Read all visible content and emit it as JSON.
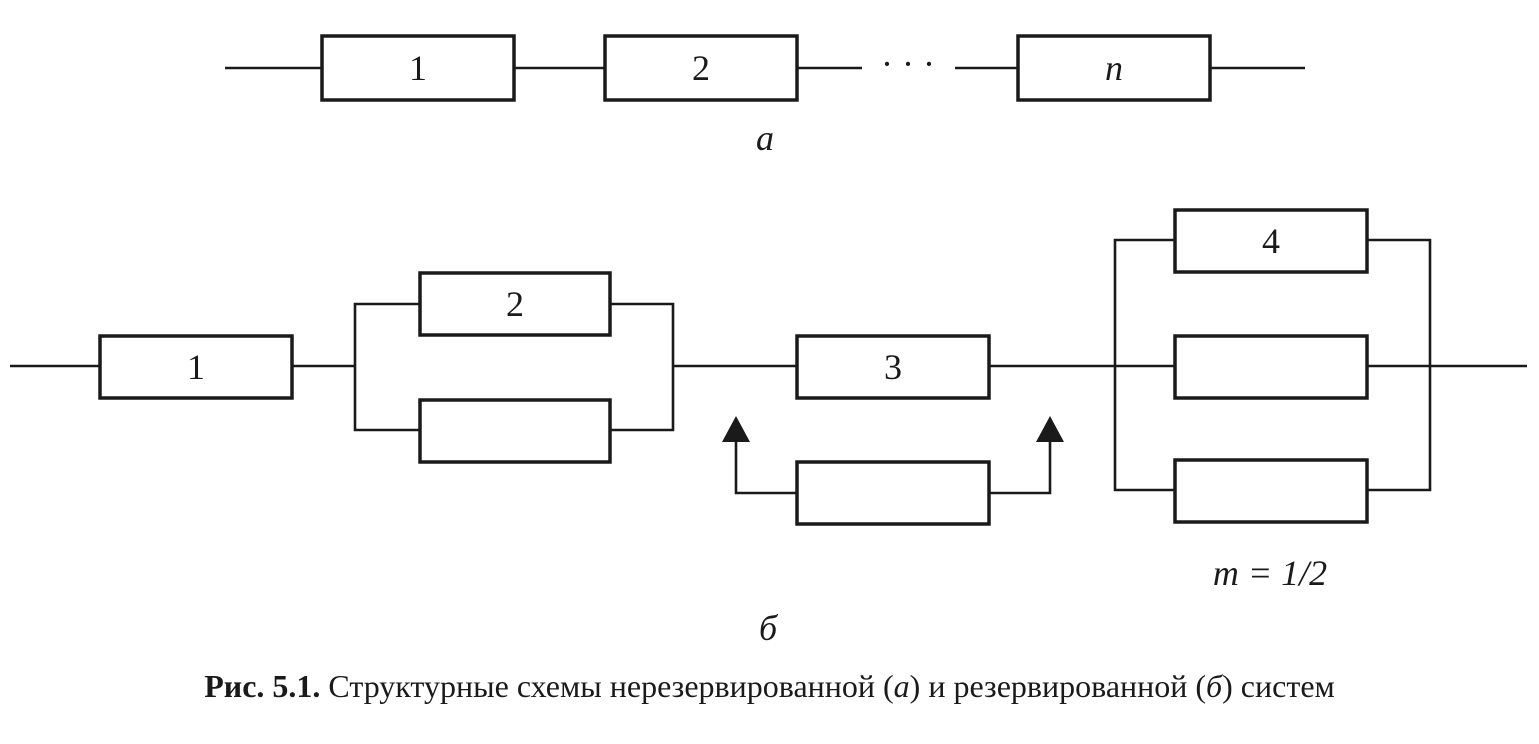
{
  "diagram_a": {
    "blocks": [
      "1",
      "2",
      "n"
    ],
    "ellipsis": "· · ·",
    "label": "а"
  },
  "diagram_b": {
    "blocks": {
      "b1": "1",
      "b2_main": "2",
      "b2_reserve": "",
      "b3_main": "3",
      "b3_reserve": "",
      "b4_main": "4",
      "b4_reserve1": "",
      "b4_reserve2": ""
    },
    "ratio_label": "m = 1/2",
    "label": "б"
  },
  "caption": {
    "prefix": "Рис. 5.1.",
    "part1": " Структурные схемы нерезервированной (",
    "a": "а",
    "part2": ") и резервированной (",
    "b": "б",
    "part3": ") систем"
  }
}
